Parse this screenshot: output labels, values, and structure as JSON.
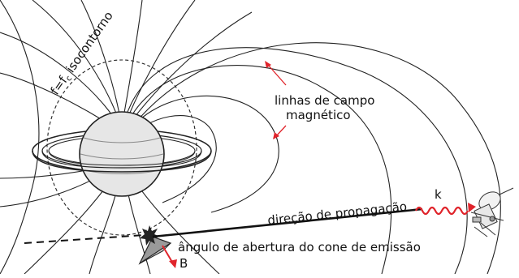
{
  "labels": {
    "isocontour": "f=f",
    "isocontour_sub": "c",
    "isocontour_tail": " isocontorno",
    "field_lines_1": "linhas de campo",
    "field_lines_2": "magnético",
    "propagation": "direção de propagação",
    "cone_angle": "ângulo de abertura do cone de emissão",
    "k": "k",
    "B": "B"
  },
  "colors": {
    "line": "#111111",
    "red": "#e0242b",
    "planet": "#e6e6e6",
    "cone": "#9a9a9a",
    "background": "#ffffff"
  },
  "icons": {
    "planet": "saturn-icon",
    "spacecraft": "cassini-spacecraft-icon",
    "source": "radio-source-burst-icon"
  }
}
